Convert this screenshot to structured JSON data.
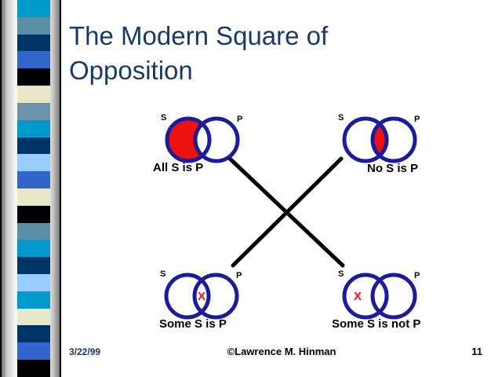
{
  "title": {
    "line1": "The Modern Square of",
    "line2": "Opposition"
  },
  "diagrams": {
    "a": {
      "s_label": "S",
      "p_label": "P",
      "caption": "All S is P",
      "shading": "left-crescent-red"
    },
    "e": {
      "s_label": "S",
      "p_label": "P",
      "caption": "No S is P",
      "shading": "overlap-lens-red"
    },
    "i": {
      "s_label": "S",
      "p_label": "P",
      "caption": "Some S is P",
      "x_mark": "X",
      "x_position": "overlap"
    },
    "o": {
      "s_label": "S",
      "p_label": "P",
      "caption": "Some S is not P",
      "x_mark": "X",
      "x_position": "left-only"
    }
  },
  "footer": {
    "date": "3/22/99",
    "copyright": "©Lawrence M. Hinman",
    "page_number": "11"
  },
  "colors": {
    "title_text": "#173a66",
    "circle_stroke": "#1b1b9e",
    "shading_red": "#ee1111",
    "x_mark_red": "#ee1111",
    "cross_lines": "#000000",
    "caption_text": "#000000",
    "date_text": "#173a66"
  },
  "ribbon": {
    "colors": [
      "#0099cc",
      "#5b8fa8",
      "#003366",
      "#3366cc",
      "#000000",
      "#e8e8c8",
      "#6b91ab",
      "#0099cc",
      "#003366",
      "#99ccff",
      "#3366cc",
      "#e8e8c8",
      "#000000",
      "#5b8fa8",
      "#0099cc",
      "#003366",
      "#99ccff",
      "#0099cc",
      "#e8e8c8",
      "#003366",
      "#3366cc",
      "#000000"
    ]
  }
}
